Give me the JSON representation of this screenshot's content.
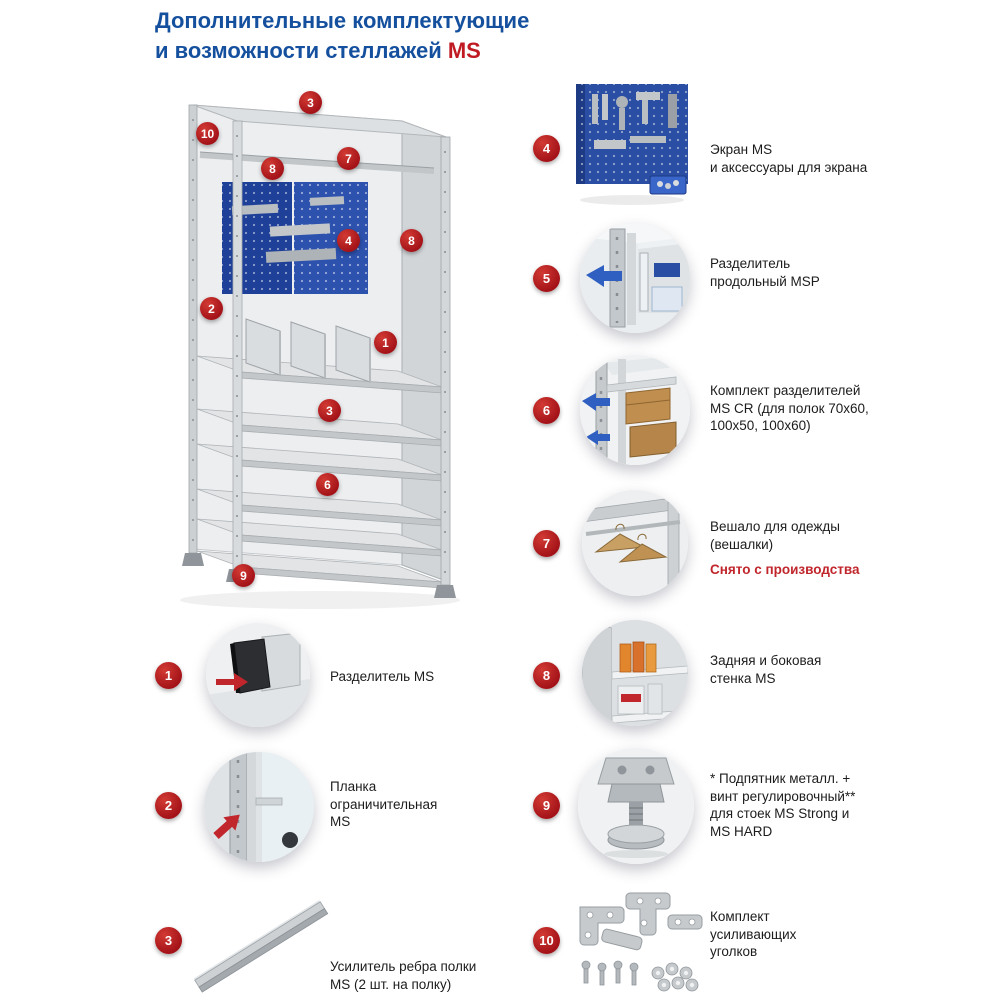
{
  "title": {
    "line1": "Дополнительные комплектующие",
    "line2": "и возможности стеллажей",
    "brand": "MS"
  },
  "colors": {
    "title_blue": "#15509e",
    "badge_red": "#b1191f",
    "note_red": "#c0262c",
    "pegboard_blue": "#2a4ea3",
    "arrow_blue": "#2f5fc0"
  },
  "shelf_badges": [
    {
      "num": "3"
    },
    {
      "num": "10"
    },
    {
      "num": "7"
    },
    {
      "num": "8"
    },
    {
      "num": "4"
    },
    {
      "num": "8"
    },
    {
      "num": "2"
    },
    {
      "num": "1"
    },
    {
      "num": "3"
    },
    {
      "num": "6"
    },
    {
      "num": "9"
    }
  ],
  "legend": {
    "item1": {
      "num": "1",
      "line1": "Разделитель MS"
    },
    "item2": {
      "num": "2",
      "line1": "Планка",
      "line2": "ограничительная",
      "line3": "MS"
    },
    "item3": {
      "num": "3",
      "line1": "Усилитель ребра полки",
      "line2": "MS (2 шт. на полку)"
    },
    "item4": {
      "num": "4",
      "line1": "Экран MS",
      "line2": "и аксессуары для экрана"
    },
    "item5": {
      "num": "5",
      "line1": "Разделитель",
      "line2": "продольный MSP"
    },
    "item6": {
      "num": "6",
      "line1": "Комплект разделителей",
      "line2": "MS CR (для полок 70x60,",
      "line3": "100x50, 100x60)"
    },
    "item7": {
      "num": "7",
      "line1": "Вешало для одежды",
      "line2": "(вешалки)",
      "note": "Снято с производства"
    },
    "item8": {
      "num": "8",
      "line1": "Задняя и боковая",
      "line2": "стенка MS"
    },
    "item9": {
      "num": "9",
      "line1": "* Подпятник металл. +",
      "line2": "винт регулировочный**",
      "line3": "для стоек MS Strong и",
      "line4": "MS HARD"
    },
    "item10": {
      "num": "10",
      "line1": "Комплект",
      "line2": "усиливающих",
      "line3": "уголков"
    }
  }
}
